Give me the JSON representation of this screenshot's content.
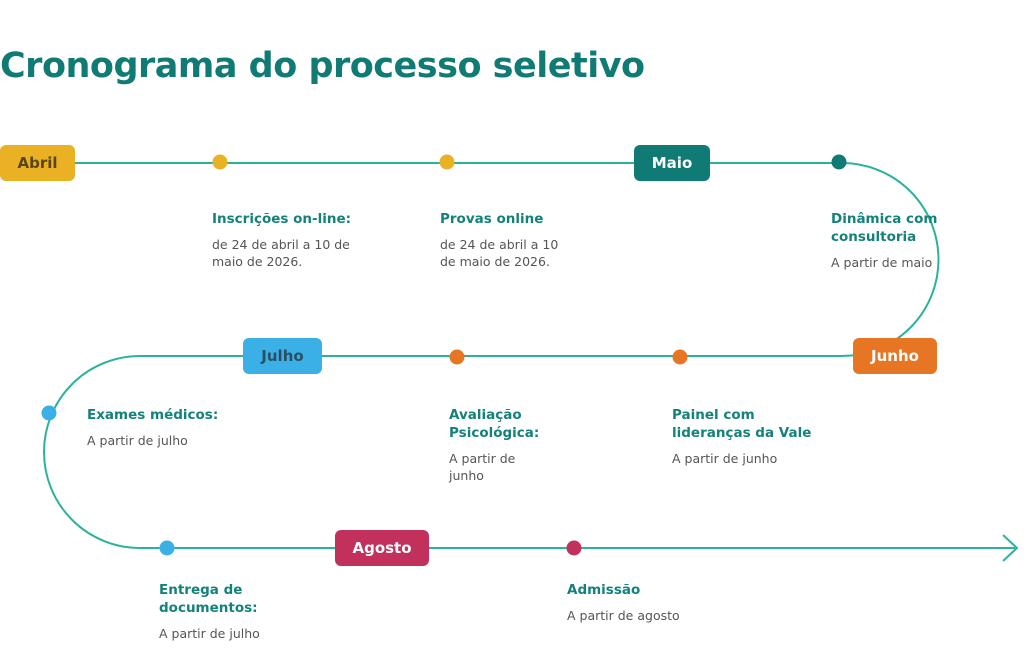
{
  "title": "Cronograma do processo seletivo",
  "colors": {
    "title": "#0f7b74",
    "track": "#2bb39a",
    "april": "#eab125",
    "may": "#0f7b74",
    "june": "#e67624",
    "july": "#3bb0e6",
    "august": "#c2315b"
  },
  "months": [
    {
      "label": "Abril",
      "color": "#eab125",
      "text_color": "#5a4612"
    },
    {
      "label": "Maio",
      "color": "#0f7b74",
      "text_color": "#ffffff"
    },
    {
      "label": "Junho",
      "color": "#e67624",
      "text_color": "#ffffff"
    },
    {
      "label": "Julho",
      "color": "#3bb0e6",
      "text_color": "#2a4f63"
    },
    {
      "label": "Agosto",
      "color": "#c2315b",
      "text_color": "#ffffff"
    }
  ],
  "steps": [
    {
      "title": "Inscrições on-line:",
      "detail": "de 24 de abril a 10 de maio de 2026.",
      "month": "Abril",
      "color": "#eab125"
    },
    {
      "title": "Provas online",
      "detail": "de 24 de abril a 10 de maio de 2026.",
      "month": "Abril",
      "color": "#eab125"
    },
    {
      "title": "Dinâmica com consultoria",
      "detail": "A partir de maio",
      "month": "Maio",
      "color": "#0f7b74"
    },
    {
      "title": "Painel com lideranças da Vale",
      "detail": "A partir de junho",
      "month": "Junho",
      "color": "#e67624"
    },
    {
      "title": "Avaliação Psicológica:",
      "detail": "A partir de junho",
      "month": "Junho",
      "color": "#e67624"
    },
    {
      "title": "Exames médicos:",
      "detail": "A partir de julho",
      "month": "Julho",
      "color": "#3bb0e6"
    },
    {
      "title": "Entrega de documentos:",
      "detail": "A partir de julho",
      "month": "Julho",
      "color": "#3bb0e6"
    },
    {
      "title": "Admissão",
      "detail": "A partir de agosto",
      "month": "Agosto",
      "color": "#c2315b"
    }
  ]
}
